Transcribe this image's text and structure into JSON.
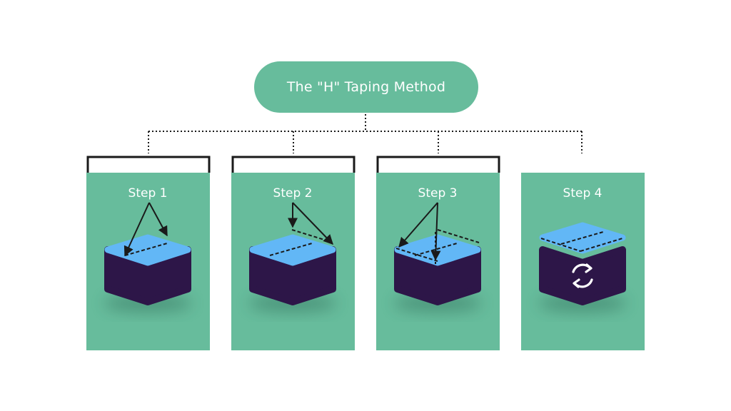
{
  "title": "The \"H\" Taping Method",
  "steps": [
    {
      "label": "Step 1"
    },
    {
      "label": "Step 2"
    },
    {
      "label": "Step 3"
    },
    {
      "label": "Step 4"
    }
  ],
  "icons": {
    "step4_badge": "refresh-icon"
  },
  "colors": {
    "panel": "#67bc9c",
    "box_body": "#2d1648",
    "box_top": "#62b7f6",
    "line": "#1a1a1a",
    "text": "#ffffff",
    "background": "#ffffff"
  }
}
